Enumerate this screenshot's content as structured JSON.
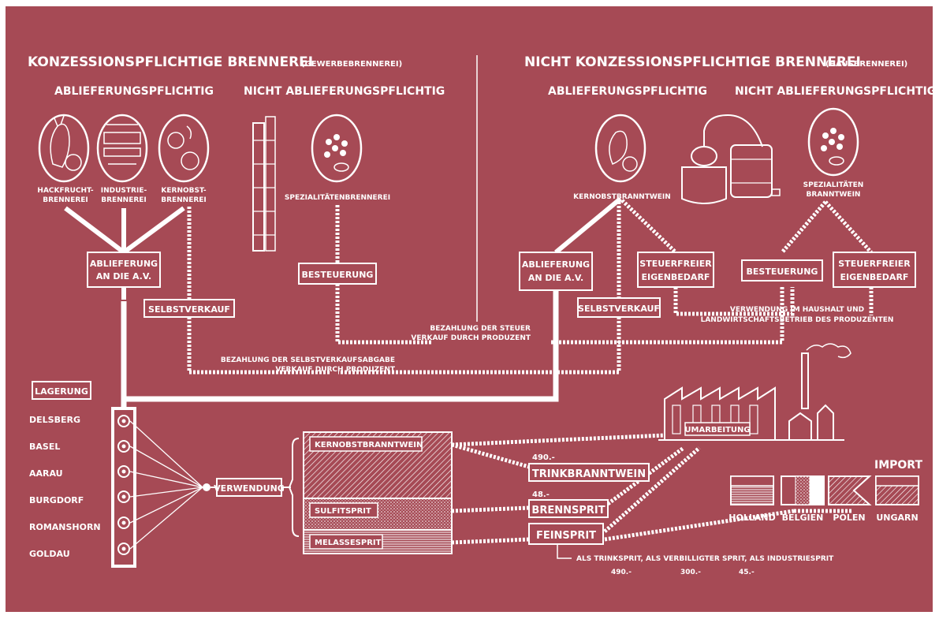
{
  "colors": {
    "background": "#a64a55",
    "ink": "#ffffff",
    "frame": "#ffffff"
  },
  "left": {
    "title": "KONZESSIONSPFLICHTIGE BRENNEREI",
    "title_sub": "(GEWERBEBRENNEREI)",
    "group_a": "ABLIEFERUNGSPFLICHTIG",
    "group_b": "NICHT ABLIEFERUNGSPFLICHTIG",
    "hack_1": "HACKFRUCHT-",
    "hack_2": "BRENNEREI",
    "ind_1": "INDUSTRIE-",
    "ind_2": "BRENNEREI",
    "kern_1": "KERNOBST-",
    "kern_2": "BRENNEREI",
    "spez": "SPEZIALITÄTENBRENNEREI",
    "abl_1": "ABLIEFERUNG",
    "abl_2": "AN DIE A.V.",
    "besteuerung": "BESTEUERUNG",
    "selbstverkauf": "SELBSTVERKAUF"
  },
  "right": {
    "title": "NICHT KONZESSIONSPFLICHTIGE BRENNEREI",
    "title_sub": "(HAUSBRENNEREI)",
    "group_a": "ABLIEFERUNGSPFLICHTIG",
    "group_b": "NICHT ABLIEFERUNGSPFLICHTIG",
    "kern": "KERNOBSTBRANNTWEIN",
    "spez_1": "SPEZIALITÄTEN",
    "spez_2": "BRANNTWEIN",
    "abl_1": "ABLIEFERUNG",
    "abl_2": "AN DIE A.V.",
    "selbstverkauf": "SELBSTVERKAUF",
    "steuer_1": "STEUERFREIER",
    "steuer_2": "EIGENBEDARF",
    "besteuerung": "BESTEUERUNG",
    "steuer2_1": "STEUERFREIER",
    "steuer2_2": "EIGENBEDARF",
    "verw_1": "VERWENDUNG IM HAUSHALT UND",
    "verw_2": "LANDWIRTSCHAFTSBETRIEB DES PRODUZENTEN"
  },
  "flows": {
    "steuer_1": "BEZAHLUNG DER STEUER",
    "steuer_2": "VERKAUF DURCH PRODUZENT",
    "selbst_1": "BEZAHLUNG DER SELBSTVERKAUFSABGABE",
    "selbst_2": "VERKAUF DURCH PRODUZENT"
  },
  "lagerung": {
    "title": "LAGERUNG",
    "places": [
      "DELSBERG",
      "BASEL",
      "AARAU",
      "BURGDORF",
      "ROMANSHORN",
      "GOLDAU"
    ]
  },
  "verwendung": "VERWENDUNG",
  "stock": {
    "kern": "KERNOBSTBRANNTWEIN",
    "sulfit": "SULFITSPRIT",
    "melasse": "MELASSESPRIT"
  },
  "umarbeitung": "UMARBEITUNG",
  "products": {
    "trink": "TRINKBRANNTWEIN",
    "trink_price": "490.-",
    "brenn": "BRENNSPRIT",
    "brenn_price": "48.-",
    "fein": "FEINSPRIT"
  },
  "fein_use": {
    "text": "ALS TRINKSPRIT, ALS VERBILLIGTER SPRIT, ALS INDUSTRIESPRIT",
    "prices": [
      "490.-",
      "300.-",
      "45.-"
    ]
  },
  "import": {
    "title": "IMPORT",
    "countries": [
      "HOLLAND",
      "BELGIEN",
      "POLEN",
      "UNGARN"
    ]
  }
}
